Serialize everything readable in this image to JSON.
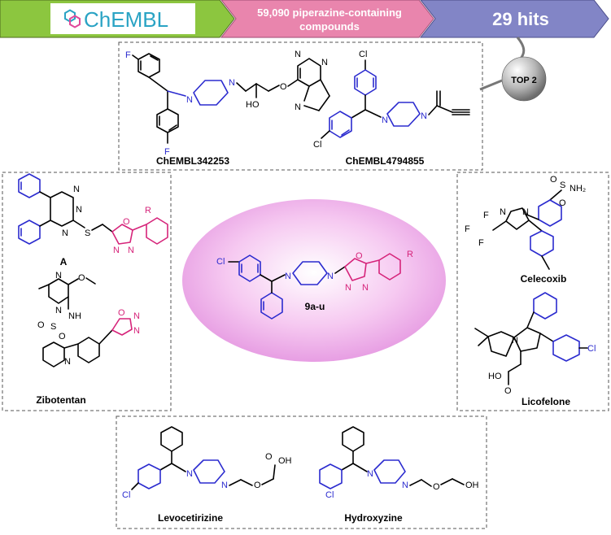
{
  "banner": {
    "logo_text": "ChEMBL",
    "step2": "59,090 piperazine-containing compounds",
    "step2_line1": "59,090 piperazine-containing",
    "step2_line2": "compounds",
    "step3": "29 hits",
    "colors": {
      "step1": "#8cc63f",
      "step2": "#e985ad",
      "step3": "#8285c6",
      "logo": "#2aa3c4"
    }
  },
  "top_hits": {
    "badge": "TOP 2",
    "compounds": [
      "ChEMBL342253",
      "ChEMBL4794855"
    ]
  },
  "center": {
    "label": "9a-u"
  },
  "left_refs": [
    "A",
    "Zibotentan"
  ],
  "right_refs": [
    "Celecoxib",
    "Licofelone"
  ],
  "bottom_refs": [
    "Levocetirizine",
    "Hydroxyzine"
  ],
  "atoms": {
    "F": "F",
    "N": "N",
    "O": "O",
    "Cl": "Cl",
    "S": "S",
    "R": "R",
    "HO": "HO",
    "OH": "OH",
    "NH": "NH",
    "NH2": "NH₂"
  }
}
